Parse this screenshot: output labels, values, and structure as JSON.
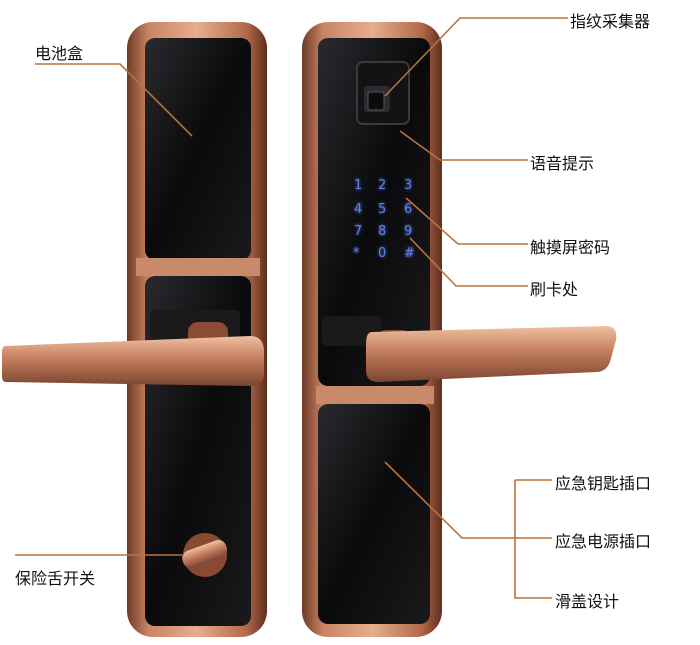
{
  "callouts": {
    "battery_box": "电池盒",
    "fingerprint_reader": "指纹采集器",
    "voice_prompt": "语音提示",
    "touch_password": "触摸屏密码",
    "card_swipe": "刷卡处",
    "emergency_key": "应急钥匙插口",
    "emergency_power": "应急电源插口",
    "sliding_cover": "滑盖设计",
    "safety_tongue_switch": "保险舌开关"
  },
  "keypad": [
    "1",
    "2",
    "3",
    "4",
    "5",
    "6",
    "7",
    "8",
    "9",
    "*",
    "0",
    "#"
  ],
  "colors": {
    "bronze": "#b5704f",
    "bronze_light": "#e0a887",
    "bronze_dark": "#6e3a26",
    "panel_black": "#0d0d0f",
    "keypad_blue": "#5b7fe8",
    "leader_line": "#b8733c"
  }
}
